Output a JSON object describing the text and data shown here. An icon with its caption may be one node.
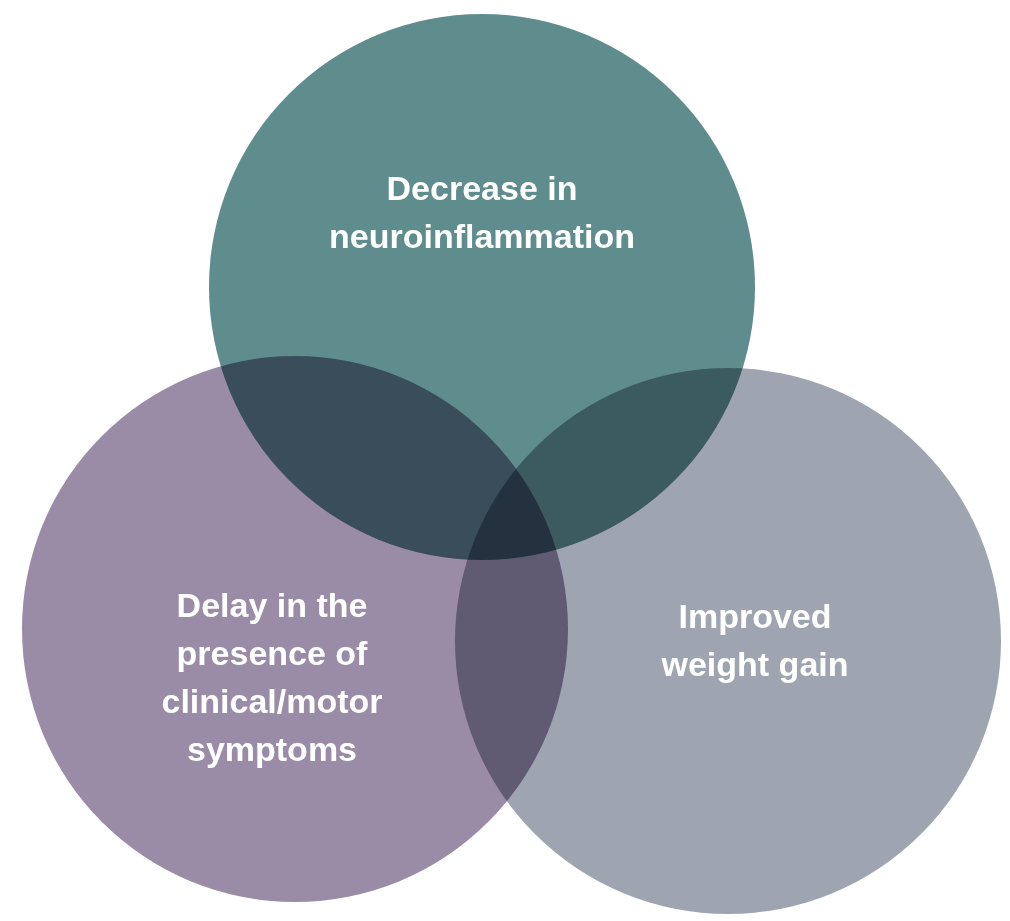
{
  "diagram": {
    "nodes": [
      {
        "text": [
          "Decrease in neuroinflammation"
        ]
      },
      {
        "text": [
          "Delay in the presence of clinical/motor symptoms"
        ]
      },
      {
        "text": [
          "Improved weight gain"
        ]
      }
    ]
  }
}
